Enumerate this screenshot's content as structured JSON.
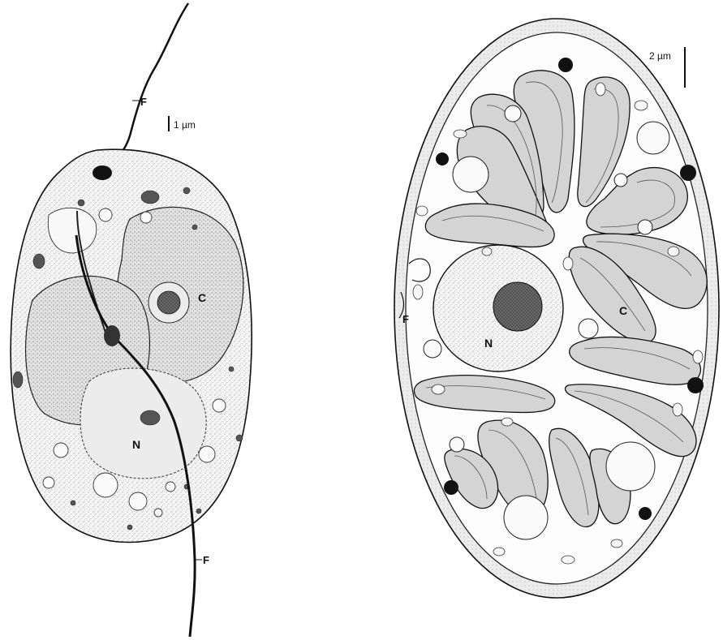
{
  "left_cell": {
    "scale_bar_label": "1 µm",
    "flagellum_label_top": "F",
    "flagellum_label_bottom": "F",
    "nucleus_label": "N",
    "chloroplast_label": "C"
  },
  "right_cell": {
    "scale_bar_label": "2 µm",
    "flagellum_label": "F",
    "nucleus_label": "N",
    "chloroplast_label": "C"
  },
  "colors": {
    "ink": "#111111",
    "cell_fill": "#f1f1f1",
    "organelle_fill": "#dcdcdc",
    "wall_fill": "#e6e6e6",
    "nucleolus": "#555555"
  }
}
